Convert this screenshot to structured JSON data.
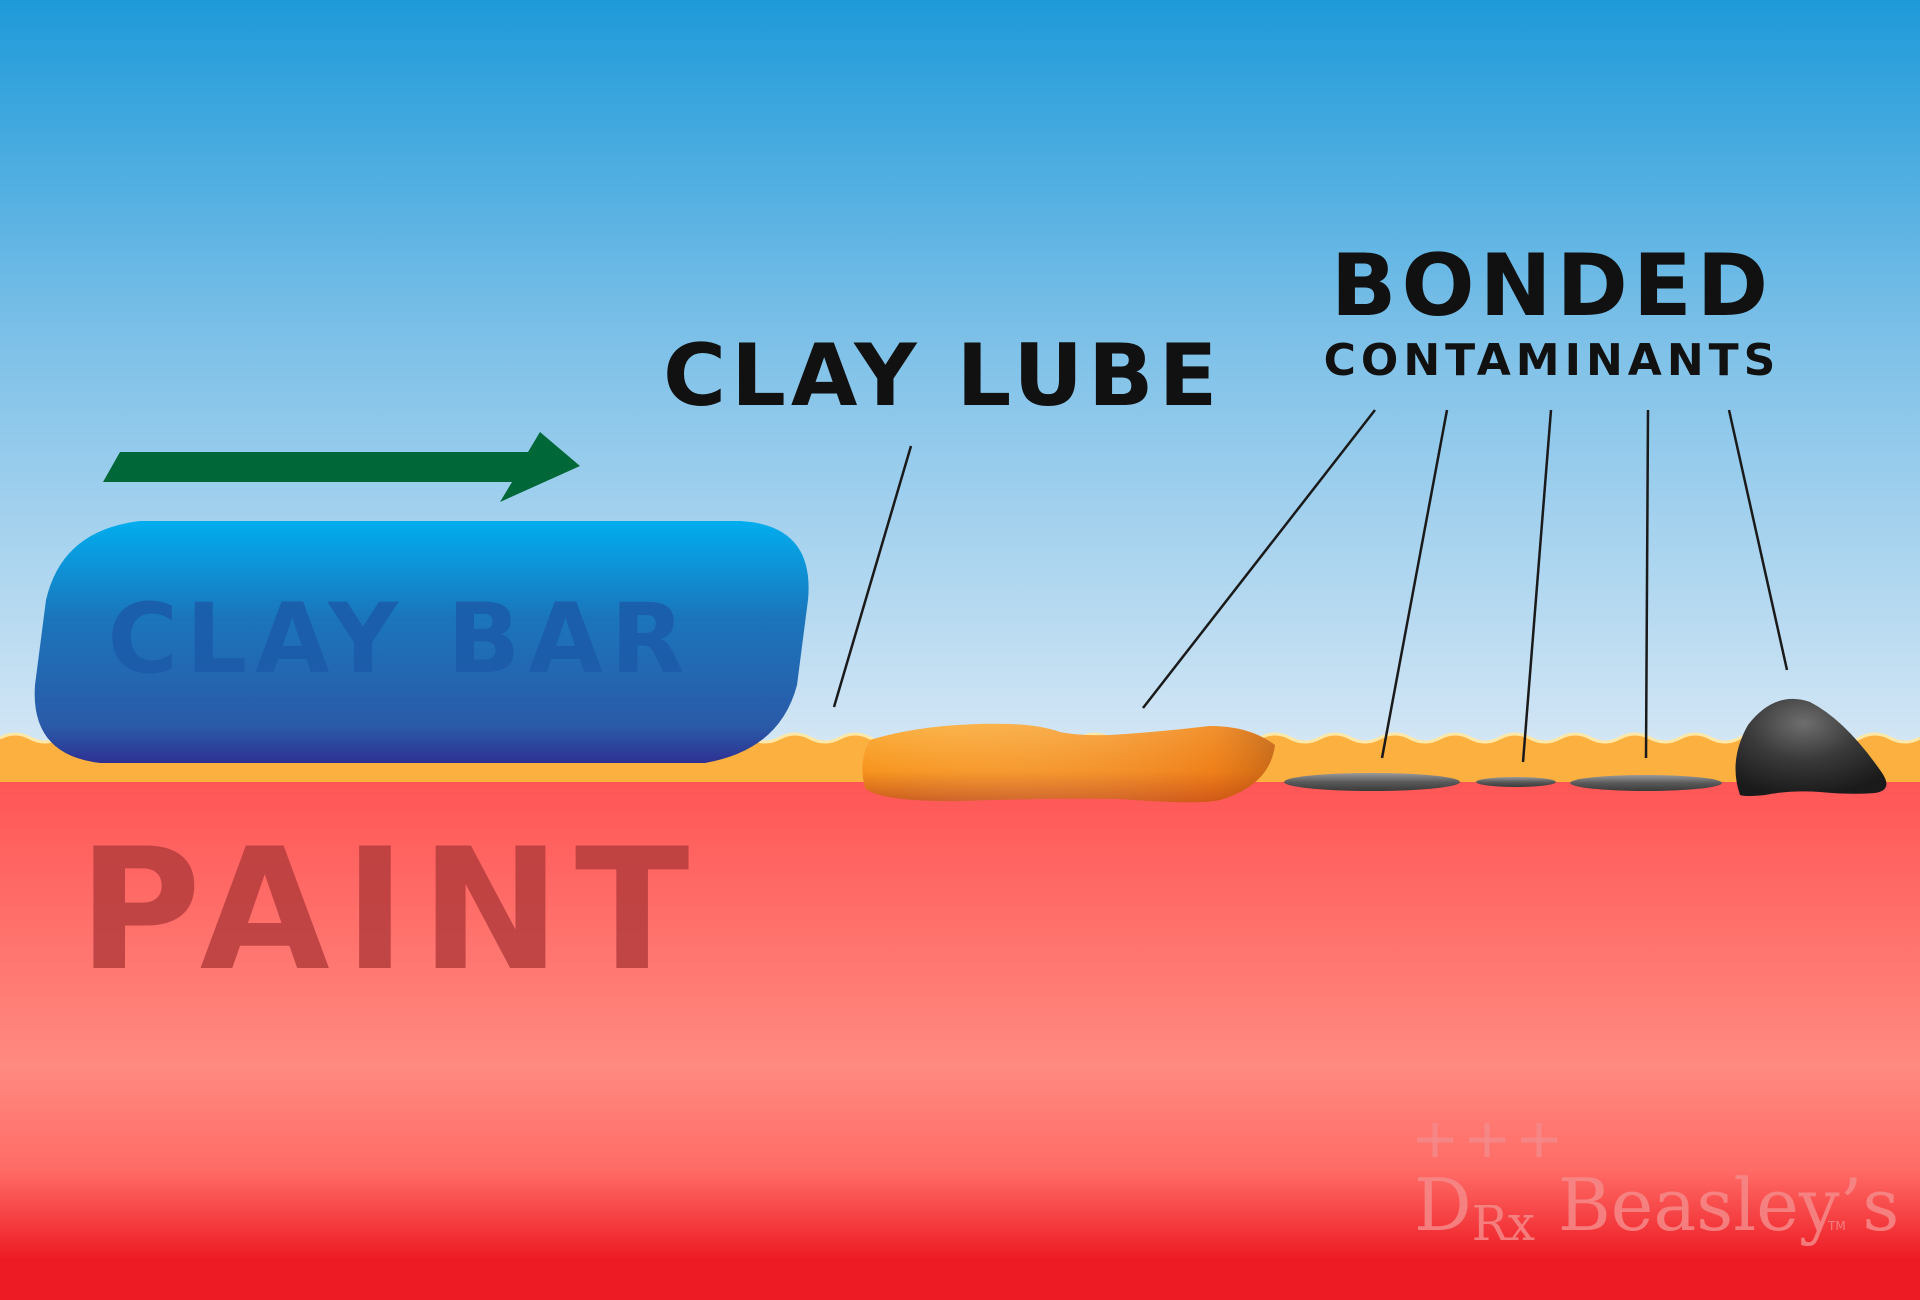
{
  "labels": {
    "clay_lube": "CLAY LUBE",
    "bonded": "BONDED",
    "contaminants": "CONTAMINANTS",
    "clay_bar": "CLAY BAR",
    "paint": "PAINT"
  },
  "logo": {
    "plus_marks": "+++",
    "wordmark": "DRx Beasley's",
    "trademark": "TM"
  },
  "colors": {
    "sky_top": "#1e9ad9",
    "sky_bottom": "#cfe4f4",
    "lube_layer": "#fbb040",
    "paint_upper": "#ff5555",
    "paint_lower": "#ed1c24",
    "clay_bar_top": "#00aeef",
    "clay_bar_bottom": "#2e3192",
    "arrow": "#006838",
    "lube_blob": "#f7941d",
    "contaminant": "#3a3a3a",
    "text": "#111111"
  },
  "icons": {
    "direction": "right-arrow-icon",
    "logo_mark": "plus-cross-icon"
  }
}
